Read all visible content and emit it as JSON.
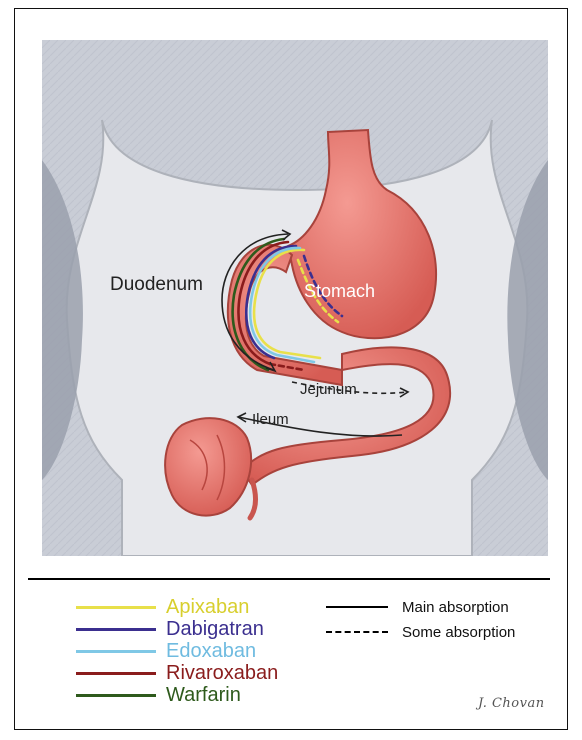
{
  "diagram": {
    "organ_labels": {
      "duodenum": "Duodenum",
      "stomach": "Stomach",
      "jejunum": "Jejunum",
      "ileum": "Ileum"
    }
  },
  "legend": {
    "drugs": [
      {
        "name": "Apixaban",
        "color": "#e8e04a"
      },
      {
        "name": "Dabigatran",
        "color": "#3b2f8f"
      },
      {
        "name": "Edoxaban",
        "color": "#7fc8e6"
      },
      {
        "name": "Rivaroxaban",
        "color": "#8a1c1c"
      },
      {
        "name": "Warfarin",
        "color": "#2e5a1c"
      }
    ],
    "line_styles": [
      {
        "style": "solid",
        "label": "Main absorption"
      },
      {
        "style": "dashed",
        "label": "Some absorption"
      }
    ]
  },
  "signature": "J. Chovan",
  "colors": {
    "background_gray": "#c9cdd6",
    "body_silhouette": "#e7e8ec",
    "organ_pink": "#e8736b",
    "organ_dark": "#b8463f"
  }
}
